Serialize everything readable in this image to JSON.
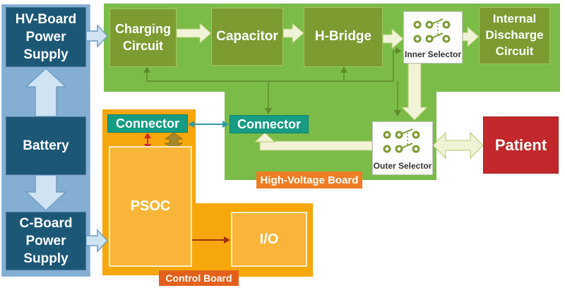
{
  "power_column": {
    "hv_supply": "HV-Board\nPower\nSupply",
    "battery": "Battery",
    "c_supply": "C-Board\nPower\nSupply"
  },
  "hv_board": {
    "label": "High-Voltage Board",
    "charging": "Charging\nCircuit",
    "capacitor": "Capacitor",
    "h_bridge": "H-Bridge",
    "inner_selector": "Inner Selector",
    "internal_discharge": "Internal\nDischarge\nCircuit",
    "connector": "Connector",
    "outer_selector": "Outer Selector"
  },
  "control_board": {
    "label": "Control Board",
    "connector": "Connector",
    "psoc": "PSOC",
    "io": "I/O"
  },
  "patient": "Patient",
  "colors": {
    "board_green": "#7bbc49",
    "block_olive": "#7c9b31",
    "board_orange": "#f6a70b",
    "block_orange": "#f8b53a",
    "panel_blue": "#84aed2",
    "block_teal": "#1c5876",
    "connector_teal": "#169c83",
    "patient_red": "#c2282b",
    "hv_badge_orange": "#ef7d23",
    "control_badge_orange": "#e2601b",
    "signal_cream": "#f1f3d7",
    "line_olive": "#5e8c2a",
    "arrow_blue": "#cfe3f2"
  }
}
